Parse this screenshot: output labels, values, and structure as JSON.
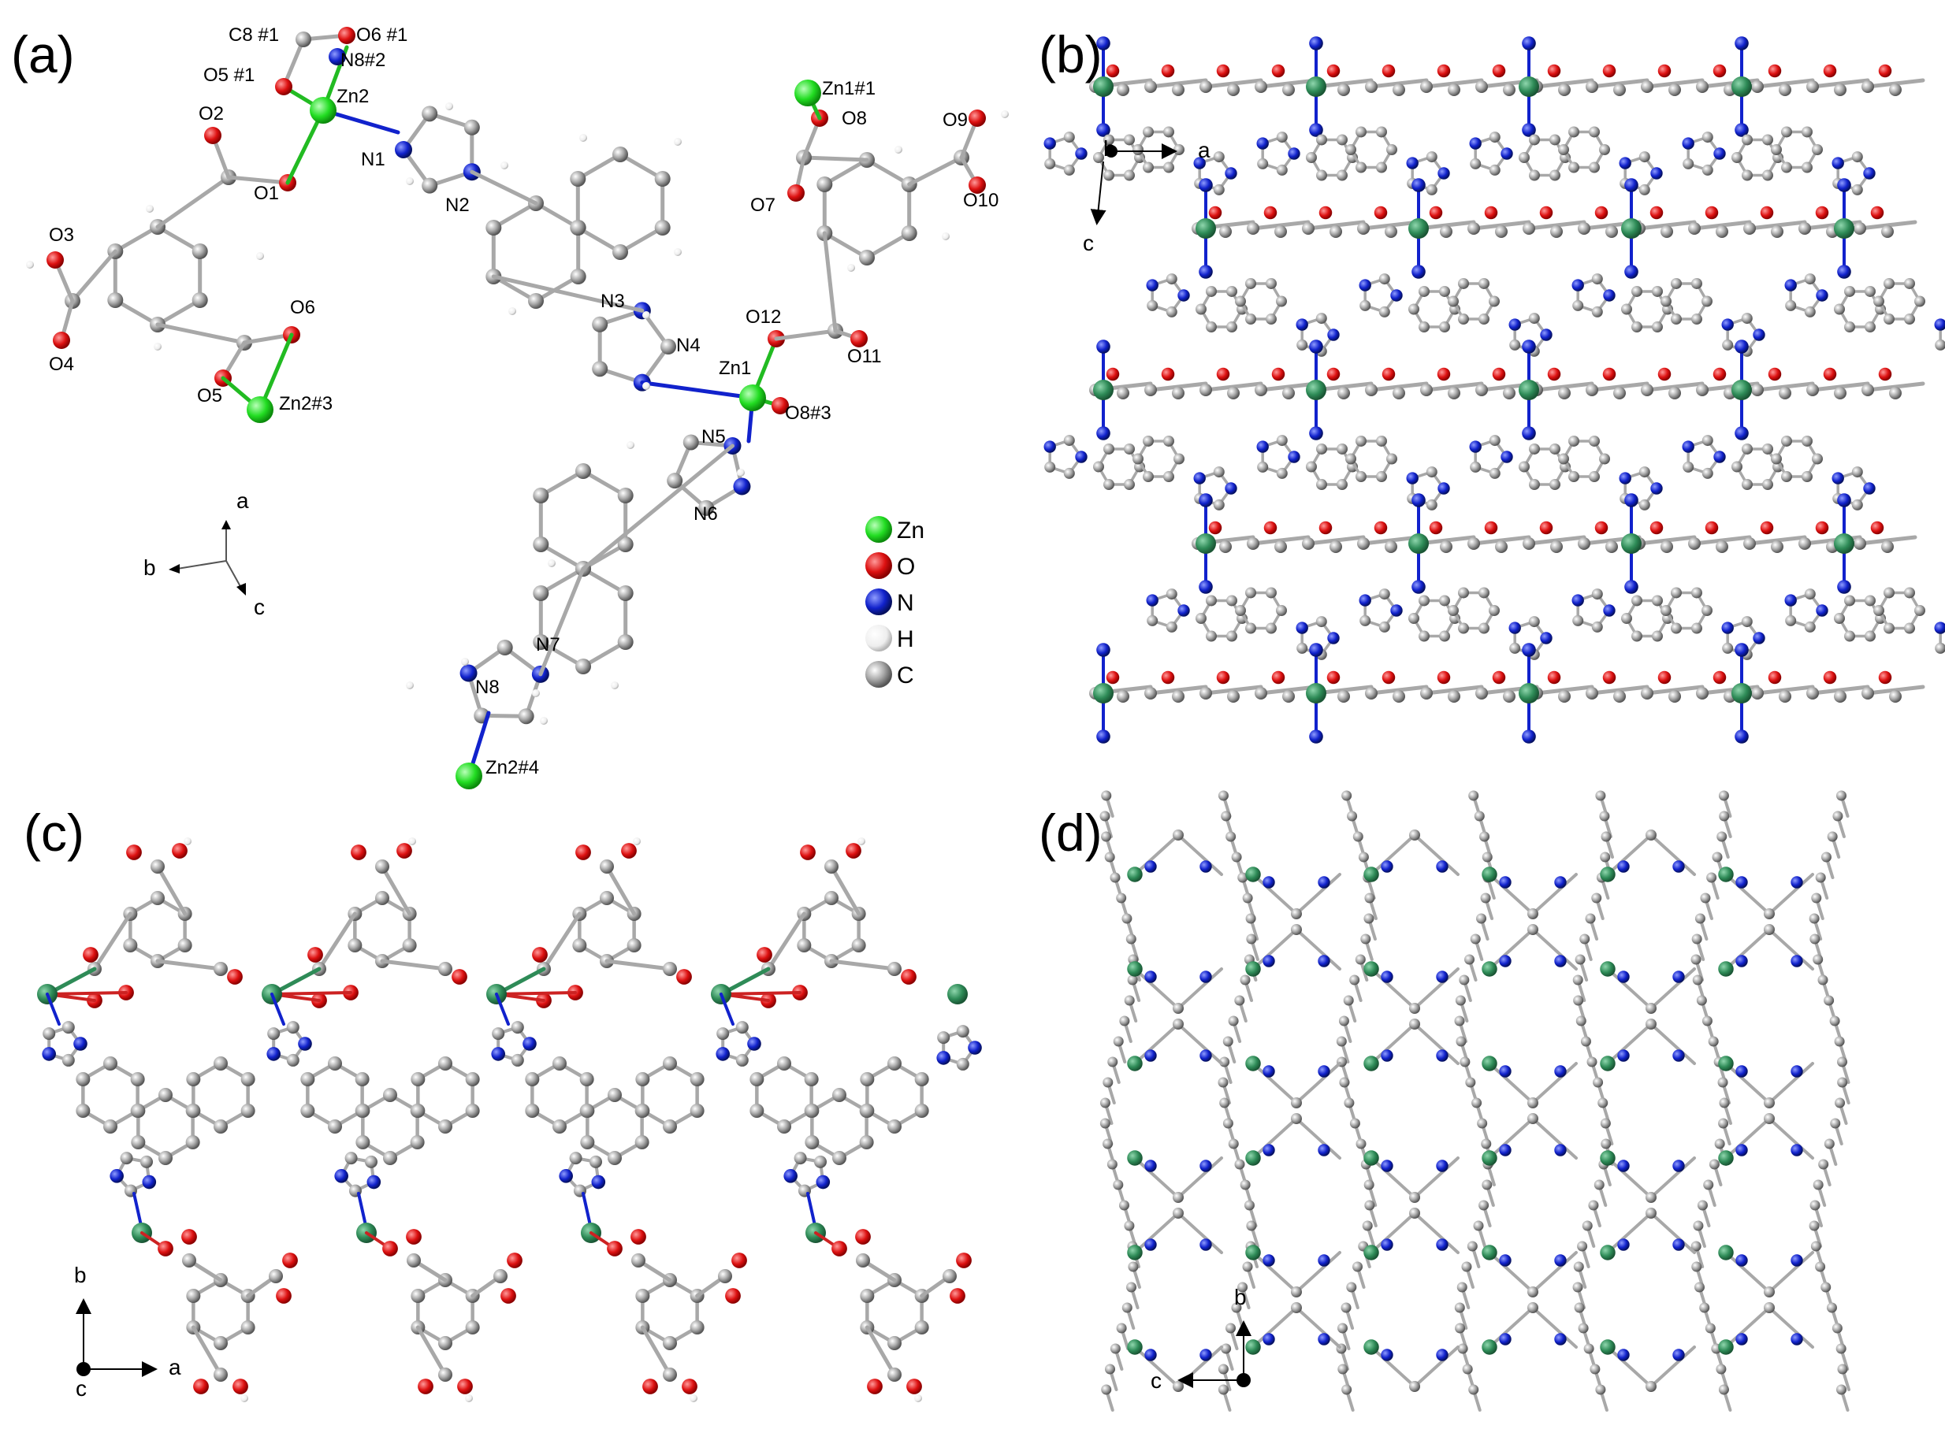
{
  "panels": {
    "a": {
      "label": "(a)",
      "atom_labels": [
        "C8 #1",
        "O6 #1",
        "N8#2",
        "O5 #1",
        "Zn2",
        "O2",
        "N1",
        "O1",
        "N2",
        "O3",
        "O6",
        "O4",
        "O5",
        "Zn2#3",
        "N3",
        "N4",
        "Zn1",
        "O12",
        "O11",
        "O8#3",
        "N5",
        "N6",
        "N7",
        "N8",
        "Zn2#4",
        "Zn1#1",
        "O8",
        "O7",
        "O9",
        "O10"
      ],
      "axes": {
        "a": "a",
        "b": "b",
        "c": "c"
      },
      "legend": [
        {
          "element": "Zn",
          "color": "#22dd22"
        },
        {
          "element": "O",
          "color": "#dd1111"
        },
        {
          "element": "N",
          "color": "#1122cc"
        },
        {
          "element": "H",
          "color": "#f2f2f2"
        },
        {
          "element": "C",
          "color": "#9a9a9a"
        }
      ]
    },
    "b": {
      "label": "(b)",
      "axes": {
        "first": "b",
        "right": "a",
        "down": "c"
      }
    },
    "c": {
      "label": "(c)",
      "axes": {
        "up": "b",
        "right": "a",
        "origin": "c"
      }
    },
    "d": {
      "label": "(d)",
      "axes": {
        "up": "b",
        "left": "c"
      }
    }
  },
  "colors": {
    "zn_a": "#22dd22",
    "zn_net": "#2e8b57",
    "oxygen": "#dd1111",
    "nitrogen": "#1122cc",
    "carbon": "#9a9a9a",
    "hydrogen": "#f2f2f2",
    "bond": "#a8a8a8"
  }
}
